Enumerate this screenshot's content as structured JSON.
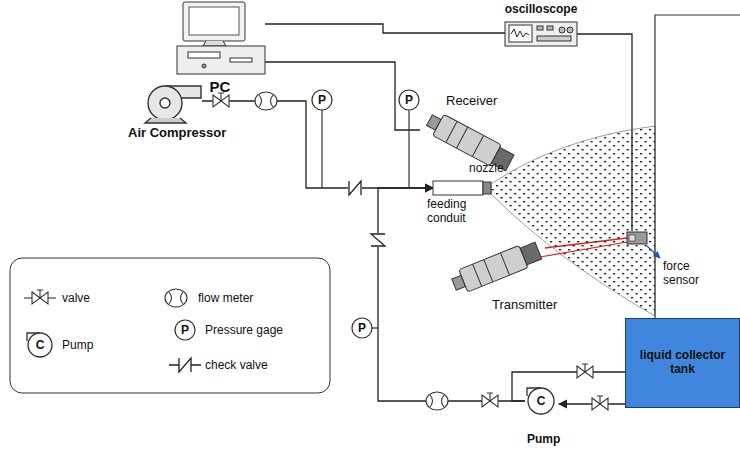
{
  "diagram": {
    "nodes": [
      {
        "text": [
          "PC"
        ]
      },
      {
        "text": [
          "oscilloscope"
        ]
      },
      {
        "text": [
          "Receiver"
        ]
      },
      {
        "text": [
          "Air Compressor"
        ]
      },
      {
        "text": [
          "nozzle",
          "feeding conduit"
        ]
      },
      {
        "text": [
          "force sensor"
        ]
      },
      {
        "text": [
          "Transmitter"
        ]
      },
      {
        "text": [
          "liquid collector tank"
        ]
      },
      {
        "text": [
          "Pump"
        ]
      }
    ],
    "edges": [
      {
        "from": 0,
        "to": 1,
        "arrow": "none"
      },
      {
        "from": 0,
        "to": 2,
        "arrow": "none"
      },
      {
        "from": 1,
        "to": 5,
        "arrow": "none"
      },
      {
        "from": 3,
        "to": 4,
        "arrow": "to"
      },
      {
        "from": 8,
        "to": 4,
        "arrow": "to"
      },
      {
        "from": 7,
        "to": 8,
        "arrow": "to"
      },
      {
        "from": 8,
        "to": 7,
        "arrow": "none"
      },
      {
        "from": 6,
        "to": 5,
        "arrow": "none"
      }
    ],
    "labels": [
      "P",
      "P",
      "P",
      "P",
      "C",
      "C"
    ],
    "legend": [
      {
        "text": "valve"
      },
      {
        "text": "flow meter"
      },
      {
        "text": "Pump"
      },
      {
        "text": "Pressure gage"
      },
      {
        "text": "check valve"
      }
    ]
  }
}
